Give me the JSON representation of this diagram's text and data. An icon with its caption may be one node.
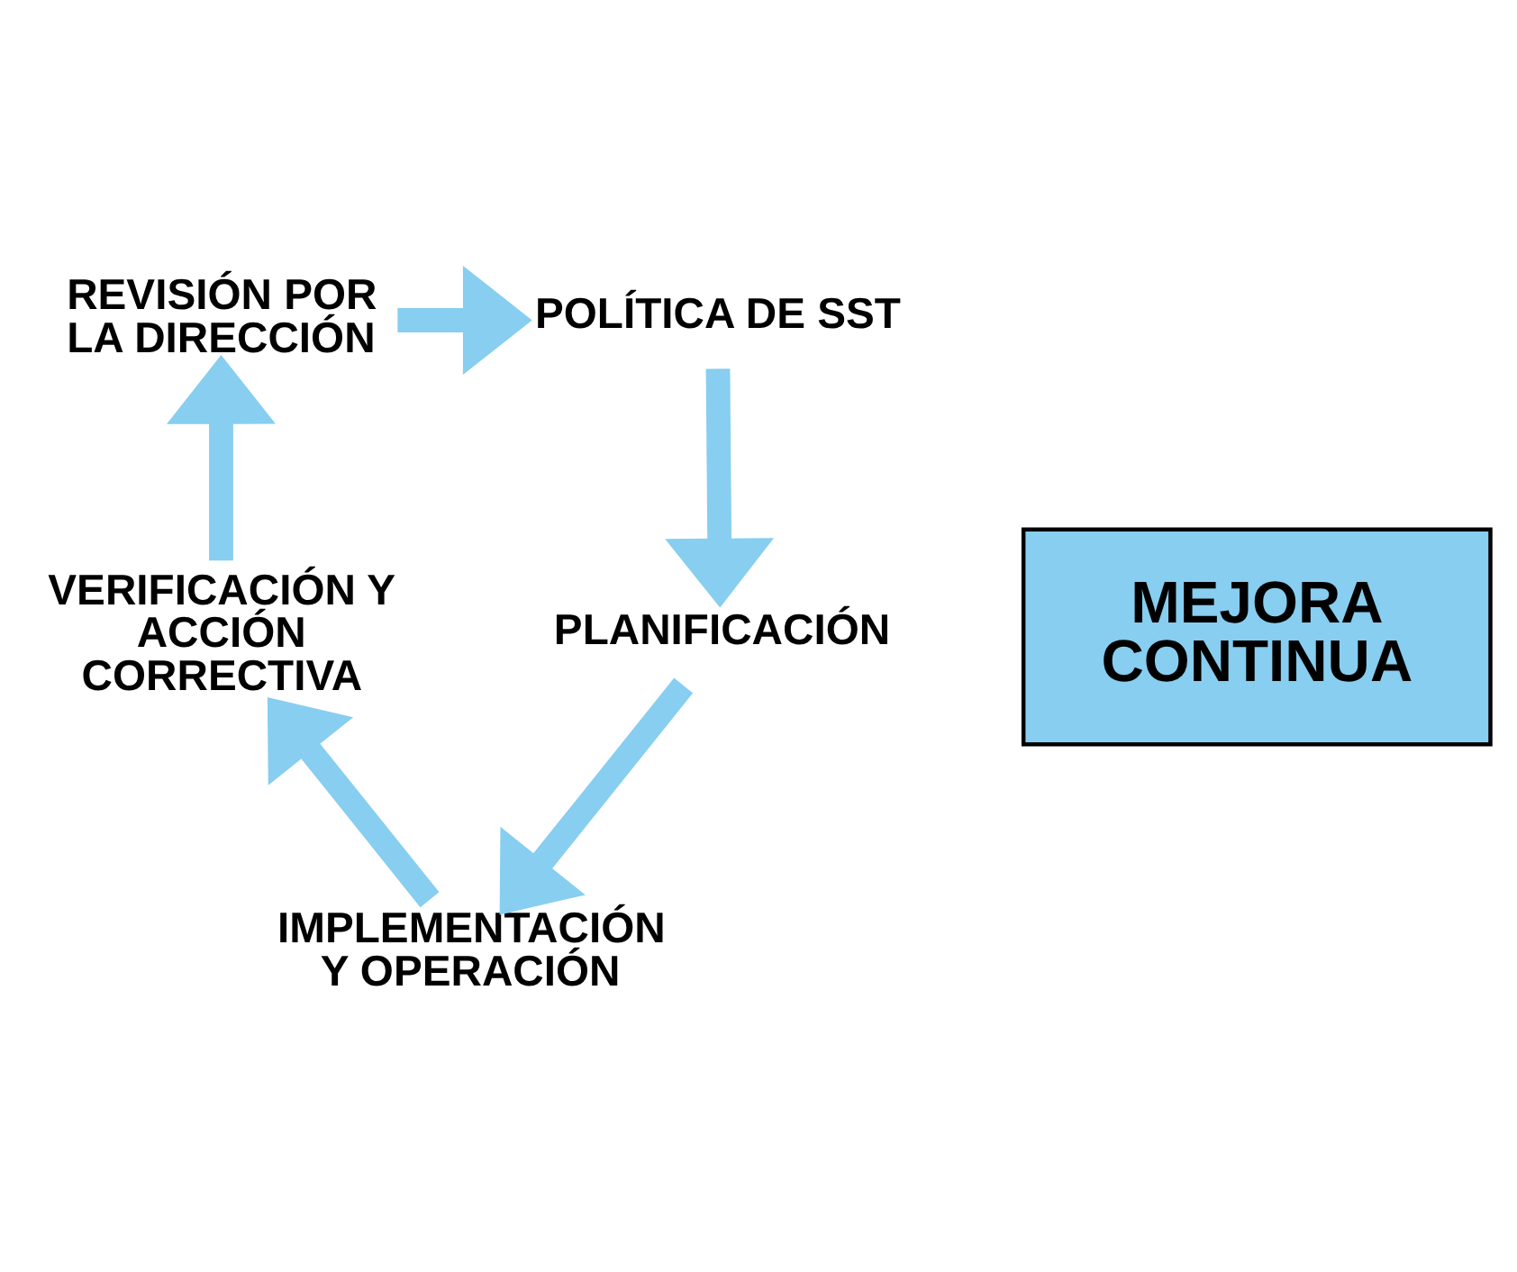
{
  "diagram": {
    "nodes": [
      {
        "text": [
          "MEJORA CONTINUA"
        ]
      },
      {
        "text": [
          "POLÍTICA DE SST"
        ]
      },
      {
        "text": [
          "PLANIFICACIÓN"
        ]
      },
      {
        "text": [
          "IMPLEMENTACIÓN Y OPERACIÓN"
        ]
      },
      {
        "text": [
          "VERIFICACIÓN Y ACCIÓN CORRECTIVA"
        ]
      },
      {
        "text": [
          "REVISIÓN POR LA DIRECCIÓN"
        ]
      }
    ],
    "edges": [
      {
        "from": 5,
        "to": 1,
        "arrow": "to"
      },
      {
        "from": 1,
        "to": 2,
        "arrow": "to"
      },
      {
        "from": 2,
        "to": 3,
        "arrow": "to"
      },
      {
        "from": 3,
        "to": 4,
        "arrow": "to"
      },
      {
        "from": 4,
        "to": 5,
        "arrow": "to"
      }
    ]
  }
}
